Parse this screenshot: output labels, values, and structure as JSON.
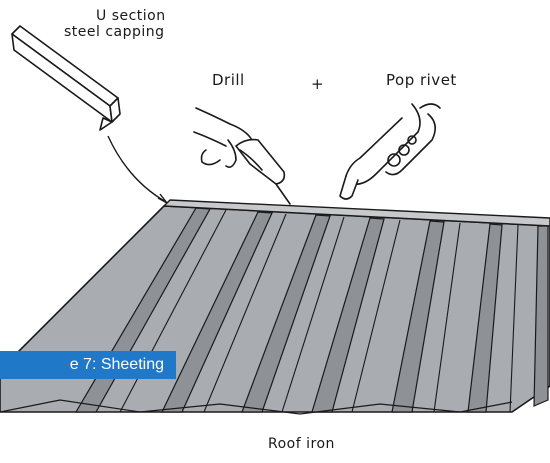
{
  "labels": {
    "capping_line1": "U section",
    "capping_line2": "steel capping",
    "drill": "Drill",
    "plus": "+",
    "pop_rivet": "Pop rivet",
    "roof_iron": "Roof iron"
  },
  "caption": {
    "text": "e 7: Sheeting"
  },
  "colors": {
    "sheet_fill": "#a9acb0",
    "rib_fill": "#8e9196",
    "outline": "#1a1a1a",
    "caption_bg": "#1f78c8",
    "caption_text": "#ffffff"
  }
}
